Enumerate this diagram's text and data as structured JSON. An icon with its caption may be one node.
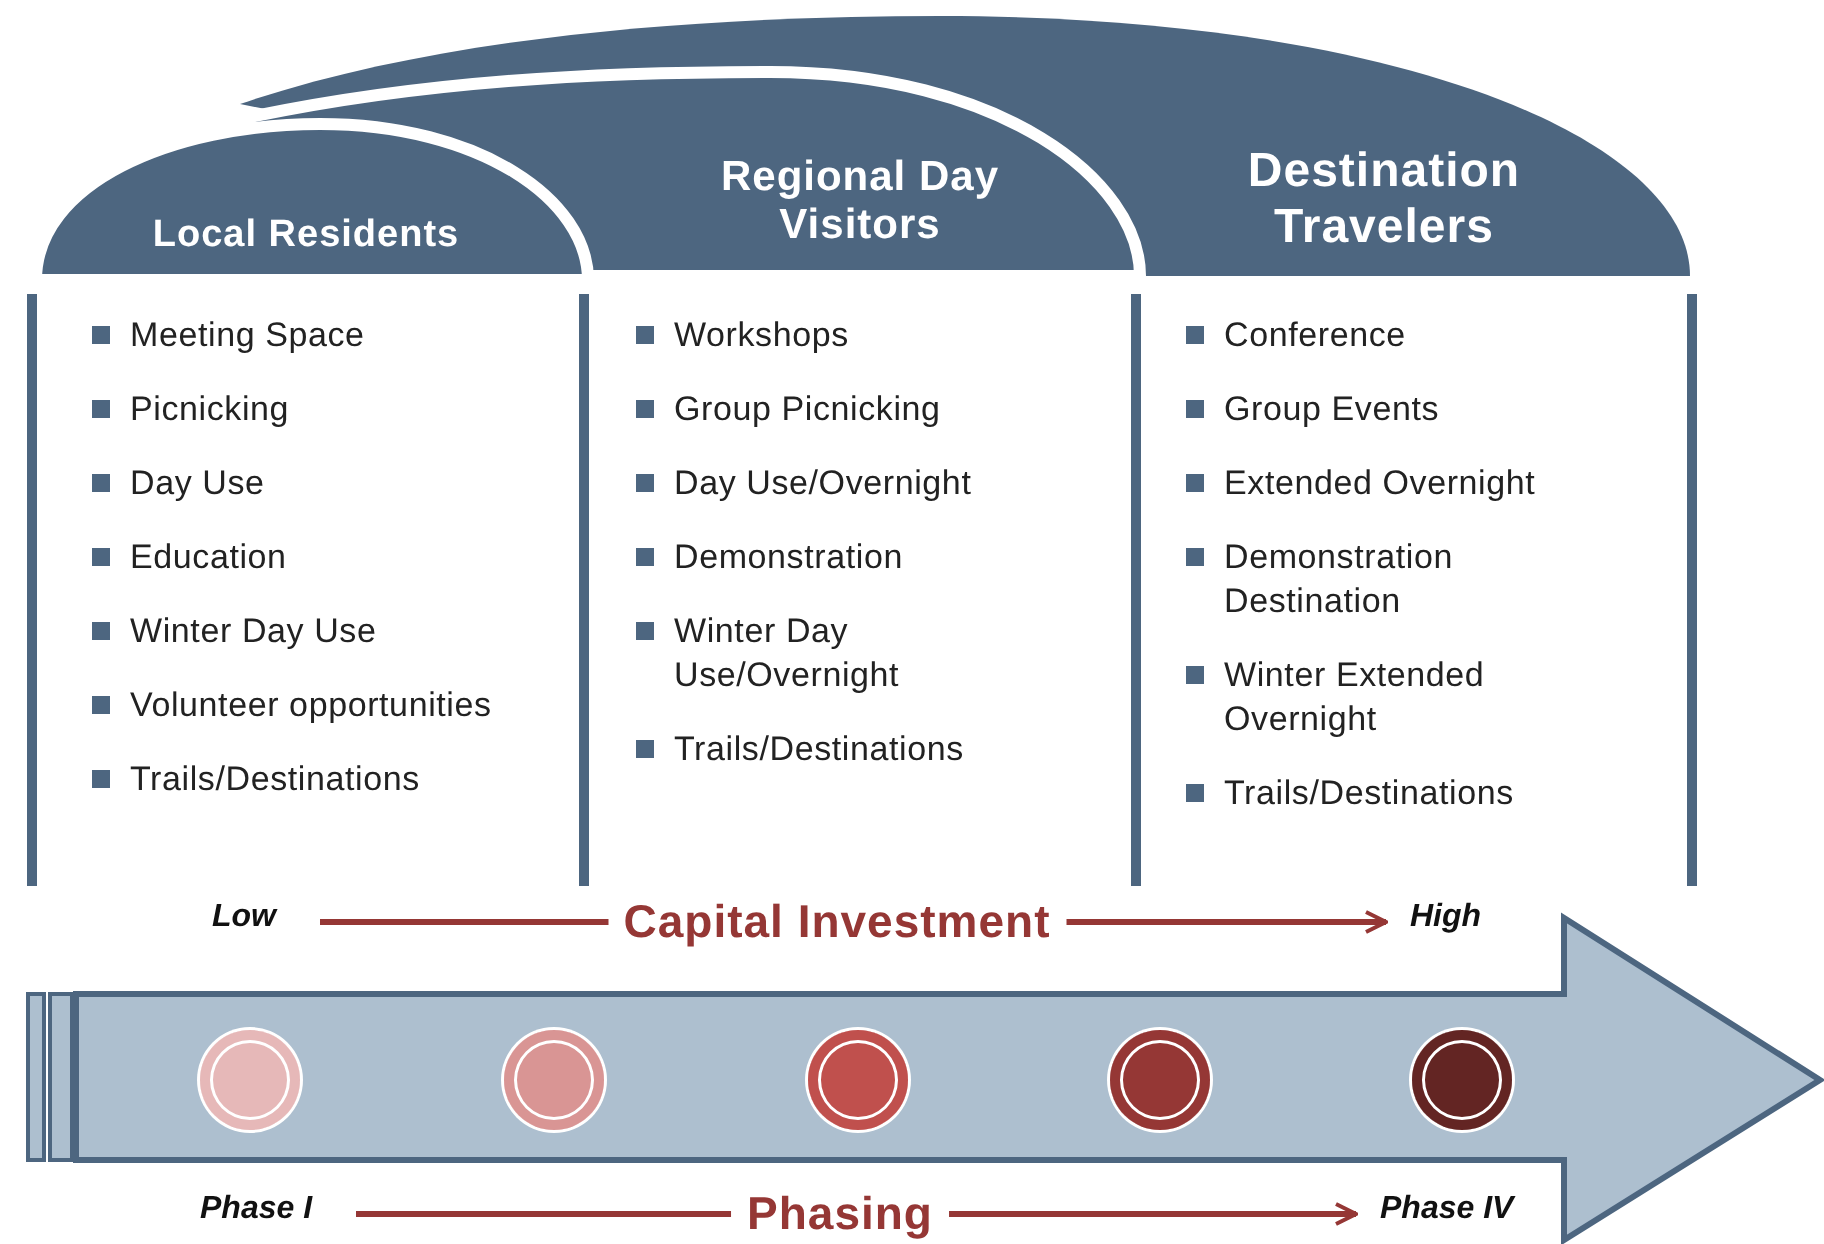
{
  "diagram": {
    "nodes": [
      {
        "text": [
          "Local Residents",
          "Meeting Space",
          "Picnicking",
          "Day Use",
          "Education",
          "Winter Day Use",
          "Volunteer opportunities",
          "Trails/Destinations"
        ]
      },
      {
        "text": [
          "Regional Day Visitors",
          "Workshops",
          "Group Picnicking",
          "Day Use/Overnight",
          "Demonstration",
          "Winter Day Use/Overnight",
          "Trails/Destinations"
        ]
      },
      {
        "text": [
          "Destination Travelers",
          "Conference",
          "Group Events",
          "Extended Overnight",
          "Demonstration Destination",
          "Winter Extended Overnight",
          "Trails/Destinations"
        ]
      },
      {
        "text": [
          "Low"
        ]
      },
      {
        "text": [
          "High"
        ]
      },
      {
        "text": [],
        "shape": "circle"
      },
      {
        "text": [],
        "shape": "circle"
      },
      {
        "text": [],
        "shape": "circle"
      },
      {
        "text": [],
        "shape": "circle"
      },
      {
        "text": [],
        "shape": "circle"
      },
      {
        "text": [
          "Phase I"
        ]
      },
      {
        "text": [
          "Phase IV"
        ]
      }
    ],
    "edges": [
      {
        "from": 3,
        "to": 4,
        "arrow": "to",
        "label": "Capital Investment"
      },
      {
        "from": 10,
        "to": 11,
        "arrow": "to",
        "label": "Phasing"
      }
    ]
  }
}
